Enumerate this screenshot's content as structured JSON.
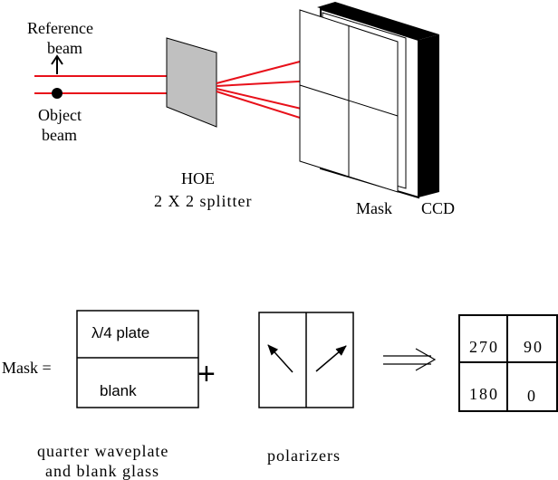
{
  "labels": {
    "reference_beam_line1": "Reference",
    "reference_beam_line2": "beam",
    "object_beam_line1": "Object",
    "object_beam_line2": "beam",
    "hoe_line1": "HOE",
    "hoe_line2": "2 X 2 splitter",
    "mask": "Mask",
    "ccd": "CCD",
    "mask_equals": "Mask =",
    "quarter_plate": "λ/4 plate",
    "blank": "blank",
    "plus": "+",
    "caption_waveplate_line1": "quarter waveplate",
    "caption_waveplate_line2": "and blank glass",
    "caption_polarizers": "polarizers"
  },
  "phase_quadrants": [
    "270",
    "90",
    "180",
    "0"
  ],
  "colors": {
    "beam": "#e8101a",
    "hoe_fill": "#c0c0c0",
    "line": "#000000"
  },
  "icons": {
    "polarizer_left": "arrow-up-left-icon",
    "polarizer_right": "arrow-up-right-icon",
    "result_arrow": "double-arrow-right-icon"
  }
}
